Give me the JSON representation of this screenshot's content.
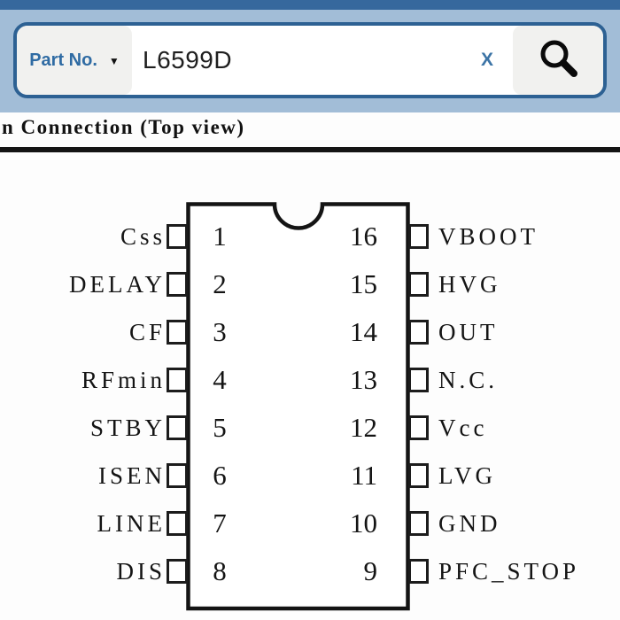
{
  "search_bar": {
    "category": "Part No.",
    "dropdown_icon": "▼",
    "query": "L6599D",
    "clear_button": "X"
  },
  "section": {
    "heading": "n Connection (Top view)"
  },
  "chip": {
    "left_pins": [
      {
        "number": "1",
        "label": "Css"
      },
      {
        "number": "2",
        "label": "DELAY"
      },
      {
        "number": "3",
        "label": "CF"
      },
      {
        "number": "4",
        "label": "RFmin"
      },
      {
        "number": "5",
        "label": "STBY"
      },
      {
        "number": "6",
        "label": "ISEN"
      },
      {
        "number": "7",
        "label": "LINE"
      },
      {
        "number": "8",
        "label": "DIS"
      }
    ],
    "right_pins": [
      {
        "number": "16",
        "label": "VBOOT"
      },
      {
        "number": "15",
        "label": "HVG"
      },
      {
        "number": "14",
        "label": "OUT"
      },
      {
        "number": "13",
        "label": "N.C."
      },
      {
        "number": "12",
        "label": "Vcc"
      },
      {
        "number": "11",
        "label": "LVG"
      },
      {
        "number": "10",
        "label": "GND"
      },
      {
        "number": "9",
        "label": "PFC_STOP"
      }
    ]
  },
  "colors": {
    "topbar_blue": "#36689d",
    "banner_blue": "#a2bdd7",
    "search_border_blue": "#2d6193",
    "accent_text_blue": "#2f6ba3",
    "segment_gray": "#f1f1ef",
    "diagram_ink": "#141414"
  }
}
